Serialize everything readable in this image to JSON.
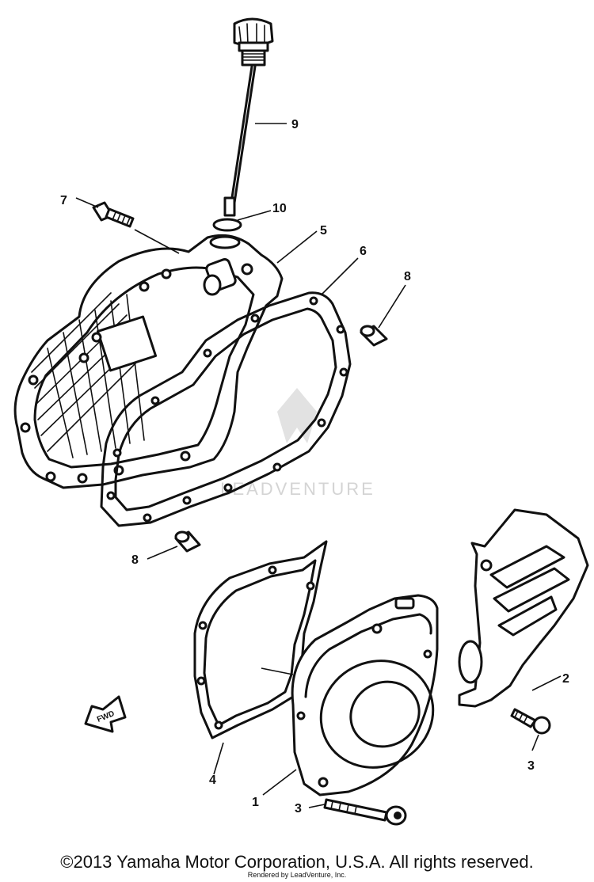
{
  "watermark": {
    "text": "LEADVENTURE"
  },
  "fwd_label": "FWD",
  "callouts": [
    {
      "id": "c9",
      "label": "9"
    },
    {
      "id": "c10",
      "label": "10"
    },
    {
      "id": "c7",
      "label": "7"
    },
    {
      "id": "c5",
      "label": "5"
    },
    {
      "id": "c6",
      "label": "6"
    },
    {
      "id": "c8a",
      "label": "8"
    },
    {
      "id": "c8b",
      "label": "8"
    },
    {
      "id": "c2",
      "label": "2"
    },
    {
      "id": "c4",
      "label": "4"
    },
    {
      "id": "c1",
      "label": "1"
    },
    {
      "id": "c3a",
      "label": "3"
    },
    {
      "id": "c3b",
      "label": "3"
    }
  ],
  "footer": {
    "copyright": "©2013 Yamaha Motor Corporation, U.S.A. All rights reserved.",
    "rendered_by": "Rendered by LeadVenture, Inc."
  }
}
